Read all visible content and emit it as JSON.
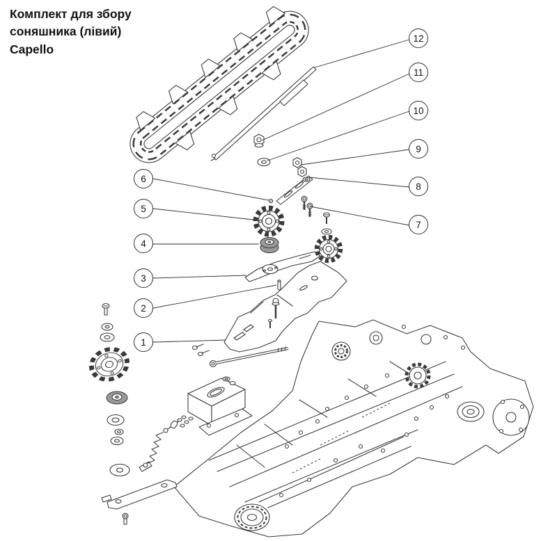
{
  "title": {
    "line1": "Комплект для збору",
    "line2": "соняшника (лівий)",
    "line3": "Capello"
  },
  "callouts": [
    {
      "label": "12"
    },
    {
      "label": "11"
    },
    {
      "label": "10"
    },
    {
      "label": "9"
    },
    {
      "label": "8"
    },
    {
      "label": "7"
    },
    {
      "label": "6"
    },
    {
      "label": "5"
    },
    {
      "label": "4"
    },
    {
      "label": "3"
    },
    {
      "label": "2"
    },
    {
      "label": "1"
    }
  ]
}
